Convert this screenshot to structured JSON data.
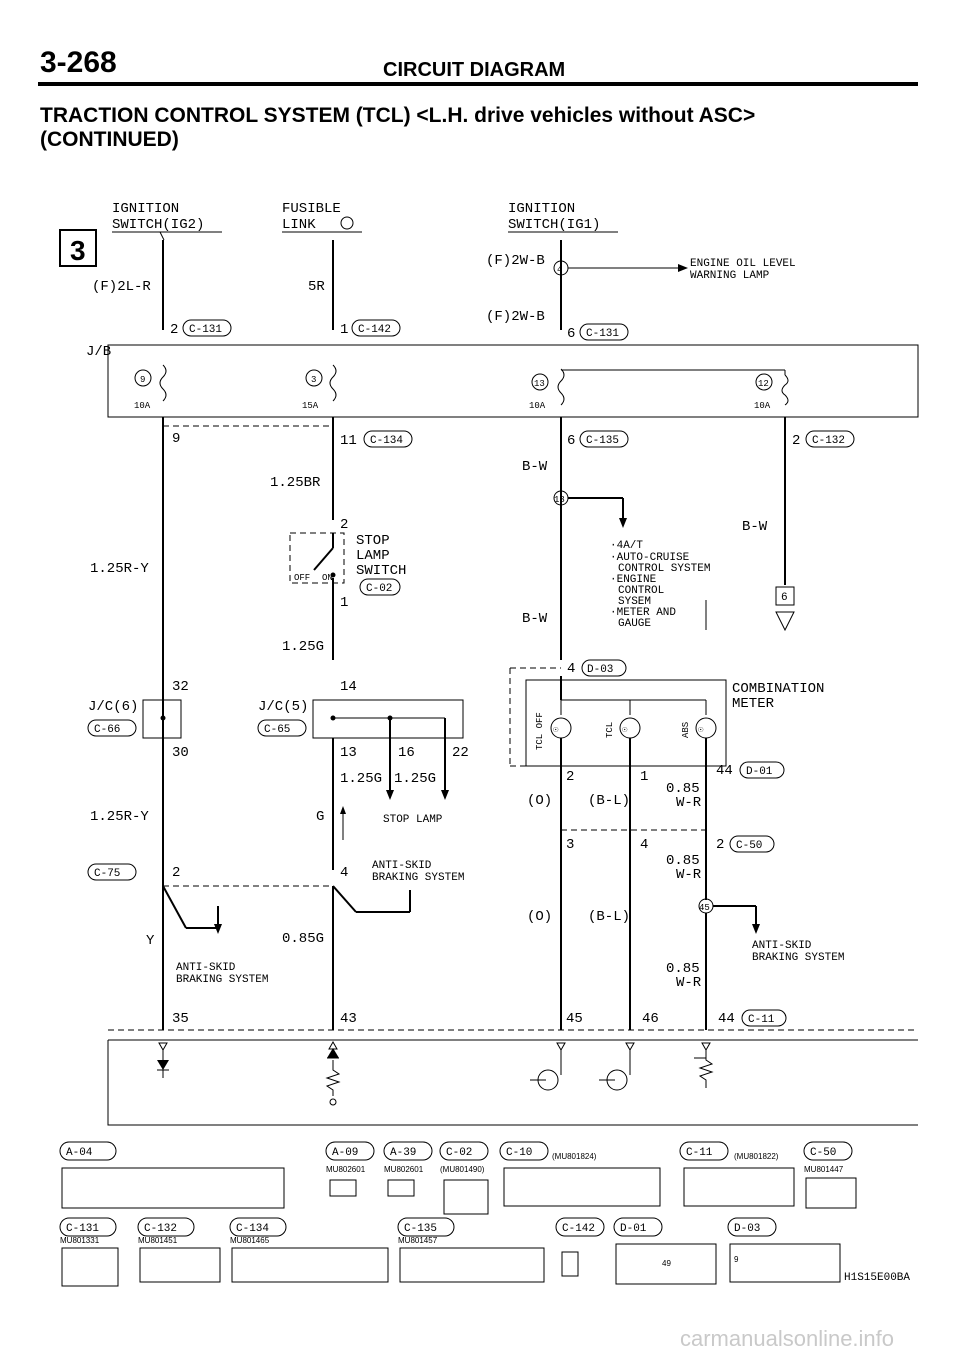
{
  "header": {
    "page_number": "3-268",
    "title": "CIRCUIT DIAGRAM",
    "subtitle_line1": "TRACTION CONTROL SYSTEM (TCL) <L.H. drive vehicles without ASC>",
    "subtitle_line2": "(CONTINUED)"
  },
  "section_badge": "3",
  "labels": {
    "ign_ig2_1": "IGNITION",
    "ign_ig2_2": "SWITCH(IG2)",
    "fusible_1": "FUSIBLE",
    "fusible_2": "LINK",
    "ign_ig1_1": "IGNITION",
    "ign_ig1_2": "SWITCH(IG1)",
    "f2lr": "(F)2L-R",
    "five_r": "5R",
    "f2wb_a": "(F)2W-B",
    "f2wb_b": "(F)2W-B",
    "eng_oil_1": "ENGINE OIL LEVEL",
    "eng_oil_2": "WARNING LAMP",
    "jb": "J/B",
    "c131_pin": "2",
    "c131": "C-131",
    "c142_pin": "1",
    "c142": "C-142",
    "c131b_pin": "6",
    "c131b": "C-131",
    "f9": "9",
    "f3": "3",
    "f13": "13",
    "f12": "12",
    "a10_1": "10A",
    "a15": "15A",
    "a10_2": "10A",
    "a10_3": "10A",
    "p9": "9",
    "c134_pin": "11",
    "c134": "C-134",
    "c135_pin": "6",
    "c135": "C-135",
    "c132_pin": "2",
    "c132": "C-132",
    "bw1": "B-W",
    "bw2": "B-W",
    "bw3": "B-W",
    "r125br": "1.25BR",
    "r125ry1": "1.25R-Y",
    "r125ry2": "1.25R-Y",
    "stop_pin2": "2",
    "stop_1": "STOP",
    "stop_2": "LAMP",
    "stop_3": "SWITCH",
    "c02": "C-02",
    "stop_pin1": "1",
    "off": "OFF",
    "on": "ON",
    "sig_13": "13",
    "dest_1": "·4A/T",
    "dest_2": "·AUTO-CRUISE",
    "dest_3": "CONTROL SYSTEM",
    "dest_4": "·ENGINE",
    "dest_5": "CONTROL",
    "dest_6": "SYSEM",
    "dest_7": "·METER AND",
    "dest_8": "GAUGE",
    "box6": "6",
    "r125g": "1.25G",
    "d03_pin": "4",
    "d03": "D-03",
    "comb_1": "COMBINATION",
    "comb_2": "METER",
    "tcl_off": "TCL OFF",
    "tcl": "TCL",
    "abs": "ABS",
    "jc6": "J/C(6)",
    "c66": "C-66",
    "jc5": "J/C(5)",
    "c65": "C-65",
    "p32": "32",
    "p30": "30",
    "p14": "14",
    "p13": "13",
    "p16": "16",
    "p22": "22",
    "g125a": "1.25G",
    "g125b": "1.25G",
    "stop_lamp": "STOP LAMP",
    "g": "G",
    "p2m": "2",
    "p1m": "1",
    "o_a": "(O)",
    "bl_a": "(B-L)",
    "p44": "44",
    "d01": "D-01",
    "wr085a_1": "0.85",
    "wr085a_2": "W-R",
    "c75": "C-75",
    "p2c75": "2",
    "p4": "4",
    "abs_mid_1": "ANTI-SKID",
    "abs_mid_2": "BRAKING SYSTEM",
    "p3": "3",
    "p4b": "4",
    "p2c50": "2",
    "c50": "C-50",
    "wr085b_1": "0.85",
    "wr085b_2": "W-R",
    "o_b": "(O)",
    "bl_b": "(B-L)",
    "sig45": "45",
    "y": "Y",
    "g085": "0.85G",
    "abs_left_1": "ANTI-SKID",
    "abs_left_2": "BRAKING SYSTEM",
    "abs_right_1": "ANTI-SKID",
    "abs_right_2": "BRAKING SYSTEM",
    "wr085c_1": "0.85",
    "wr085c_2": "W-R",
    "p35": "35",
    "p43": "43",
    "p45": "45",
    "p46": "46",
    "p44b": "44",
    "c11": "C-11"
  },
  "connectors": {
    "a04": "A-04",
    "a09": "A-09",
    "a39": "A-39",
    "c02": "C-02",
    "c10": "C-10",
    "c11": "C-11",
    "c50": "C-50",
    "c10_pn": "(MU801824)",
    "c11_pn": "(MU801822)",
    "a09_pn": "MU802601",
    "a39_pn": "MU802601",
    "c02_pn": "(MU801490)",
    "c50_pn": "MU801447",
    "c131": "C-131",
    "c132": "C-132",
    "c134": "C-134",
    "c135": "C-135",
    "c142": "C-142",
    "d01": "D-01",
    "d03": "D-03",
    "c131_pn": "MU801331",
    "c132_pn": "MU801451",
    "c134_pn": "MU801465",
    "c135_pn": "MU801457",
    "d01_49": "49",
    "c11_9": "9",
    "code": "H1S15E00BA"
  },
  "watermark": "carmanualsonline.info"
}
